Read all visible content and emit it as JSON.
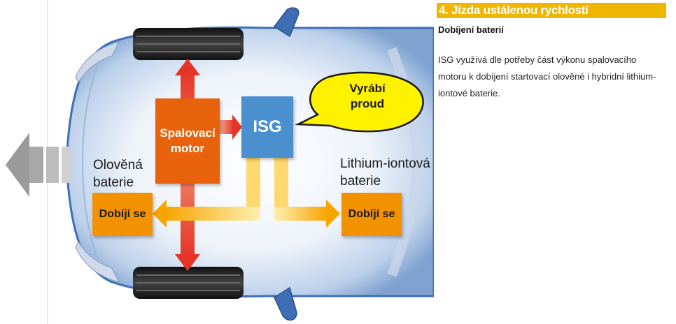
{
  "header": {
    "title": "4. Jízda ustálenou rychlostí"
  },
  "section": {
    "subtitle": "Dobíjení baterií",
    "body": "ISG využívá dle potřeby část výkonu spalovacího motoru k dobíjení startovací olověné i hybridní lithium-iontové baterie."
  },
  "diagram": {
    "engine_label_1": "Spalovací",
    "engine_label_2": "motor",
    "isg_label": "ISG",
    "bubble_line_1": "Vyrábí",
    "bubble_line_2": "proud",
    "lead_battery_line_1": "Olověná",
    "lead_battery_line_2": "baterie",
    "lithium_battery_line_1": "Lithium-iontová",
    "lithium_battery_line_2": "baterie",
    "charge_left": "Dobíjí se",
    "charge_right": "Dobíjí se"
  },
  "colors": {
    "header_bar": "#efb600",
    "engine_box": "#e8620e",
    "isg_box": "#4a90cf",
    "charge_box": "#f39200",
    "bubble": "#fff200",
    "red_arrow": "#e53428",
    "yellow_arrow": "#ffd45a"
  }
}
